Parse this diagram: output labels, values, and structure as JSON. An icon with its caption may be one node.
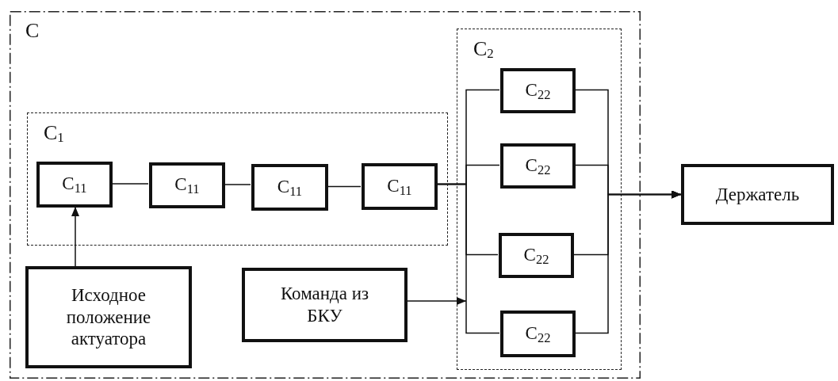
{
  "diagram": {
    "nodes": [
      {
        "text": [
          "C"
        ]
      },
      {
        "text": [
          "C$_{1}$"
        ],
        "in": 0
      },
      {
        "text": [
          "C$_{11}$"
        ],
        "in": 1
      },
      {
        "text": [
          "C$_{11}$"
        ],
        "in": 1
      },
      {
        "text": [
          "C$_{11}$"
        ],
        "in": 1
      },
      {
        "text": [
          "C$_{11}$"
        ],
        "in": 1
      },
      {
        "text": [
          "C$_{2}$"
        ],
        "in": 0
      },
      {
        "text": [
          "C$_{22}$"
        ],
        "in": 6
      },
      {
        "text": [
          "C$_{22}$"
        ],
        "in": 6
      },
      {
        "text": [
          "C$_{22}$"
        ],
        "in": 6
      },
      {
        "text": [
          "C$_{22}$"
        ],
        "in": 6
      },
      {
        "text": [
          "Держатель"
        ]
      },
      {
        "text": [
          "Исходное положение актуатора"
        ],
        "in": 0
      },
      {
        "text": [
          "Команда из БКУ"
        ],
        "in": 0
      }
    ],
    "edges": [
      {
        "from": 2,
        "to": 3,
        "arrow": "none"
      },
      {
        "from": 3,
        "to": 4,
        "arrow": "none"
      },
      {
        "from": 4,
        "to": 5,
        "arrow": "none"
      },
      {
        "from": 5,
        "to": 7,
        "arrow": "none"
      },
      {
        "from": 5,
        "to": 8,
        "arrow": "none"
      },
      {
        "from": 5,
        "to": 9,
        "arrow": "none"
      },
      {
        "from": 5,
        "to": 10,
        "arrow": "none"
      },
      {
        "from": 12,
        "to": 2,
        "arrow": "to"
      },
      {
        "from": 13,
        "to": 6,
        "arrow": "to"
      },
      {
        "from": 7,
        "to": 11,
        "arrow": "to"
      },
      {
        "from": 8,
        "to": 11,
        "arrow": "to"
      },
      {
        "from": 9,
        "to": 11,
        "arrow": "to"
      },
      {
        "from": 10,
        "to": 11,
        "arrow": "to"
      }
    ]
  }
}
